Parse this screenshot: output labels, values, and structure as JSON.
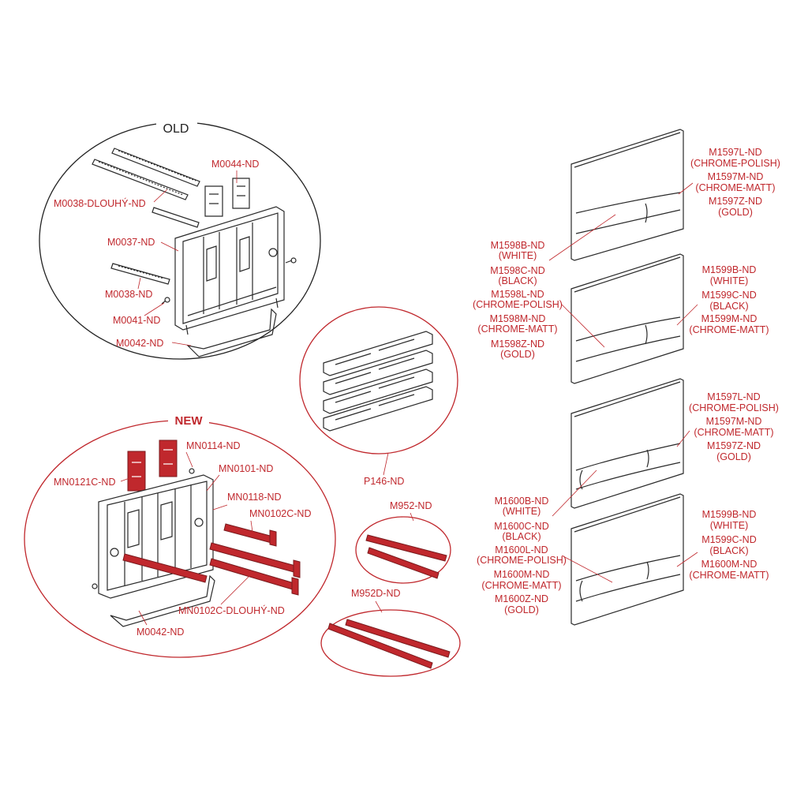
{
  "groups": {
    "old": {
      "title": "OLD"
    },
    "new": {
      "title": "NEW"
    }
  },
  "labels": {
    "old": [
      "M0044-ND",
      "M0038-DLOUHÝ-ND",
      "M0037-ND",
      "M0038-ND",
      "M0041-ND",
      "M0042-ND"
    ],
    "new": [
      "MN0114-ND",
      "MN0101-ND",
      "MN0121C-ND",
      "MN0118-ND",
      "MN0102C-ND",
      "MN0102C-DLOUHÝ-ND",
      "M0042-ND"
    ],
    "parts": [
      "P146-ND",
      "M952-ND",
      "M952D-ND"
    ],
    "plate1": [
      "M1597L-ND",
      "(CHROME-POLISH)",
      "M1597M-ND",
      "(CHROME-MATT)",
      "M1597Z-ND",
      "(GOLD)"
    ],
    "plate12": [
      "M1598B-ND",
      "(WHITE)",
      "M1598C-ND",
      "(BLACK)",
      "M1598L-ND",
      "(CHROME-POLISH)",
      "M1598M-ND",
      "(CHROME-MATT)",
      "M1598Z-ND",
      "(GOLD)"
    ],
    "plate2": [
      "M1599B-ND",
      "(WHITE)",
      "M1599C-ND",
      "(BLACK)",
      "M1599M-ND",
      "(CHROME-MATT)"
    ],
    "plate3": [
      "M1597L-ND",
      "(CHROME-POLISH)",
      "M1597M-ND",
      "(CHROME-MATT)",
      "M1597Z-ND",
      "(GOLD)"
    ],
    "plate34": [
      "M1600B-ND",
      "(WHITE)",
      "M1600C-ND",
      "(BLACK)",
      "M1600L-ND",
      "(CHROME-POLISH)",
      "M1600M-ND",
      "(CHROME-MATT)",
      "M1600Z-ND",
      "(GOLD)"
    ],
    "plate4": [
      "M1599B-ND",
      "(WHITE)",
      "M1599C-ND",
      "(BLACK)",
      "M1600M-ND",
      "(CHROME-MATT)"
    ]
  },
  "colors": {
    "label_red": "#c0282d",
    "highlight_red": "#c0282d",
    "line_ink": "#2a2a2a"
  }
}
